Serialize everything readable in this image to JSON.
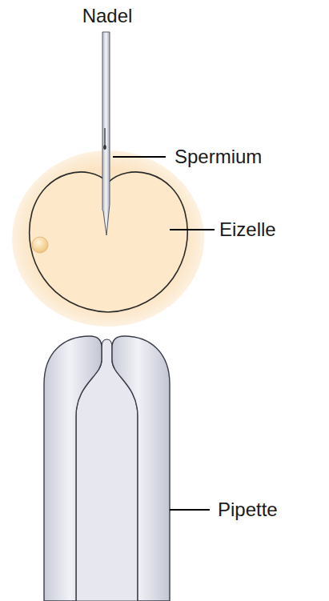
{
  "diagram": {
    "labels": [
      "Nadel",
      "Spermium",
      "Eizelle",
      "Pipette"
    ]
  }
}
